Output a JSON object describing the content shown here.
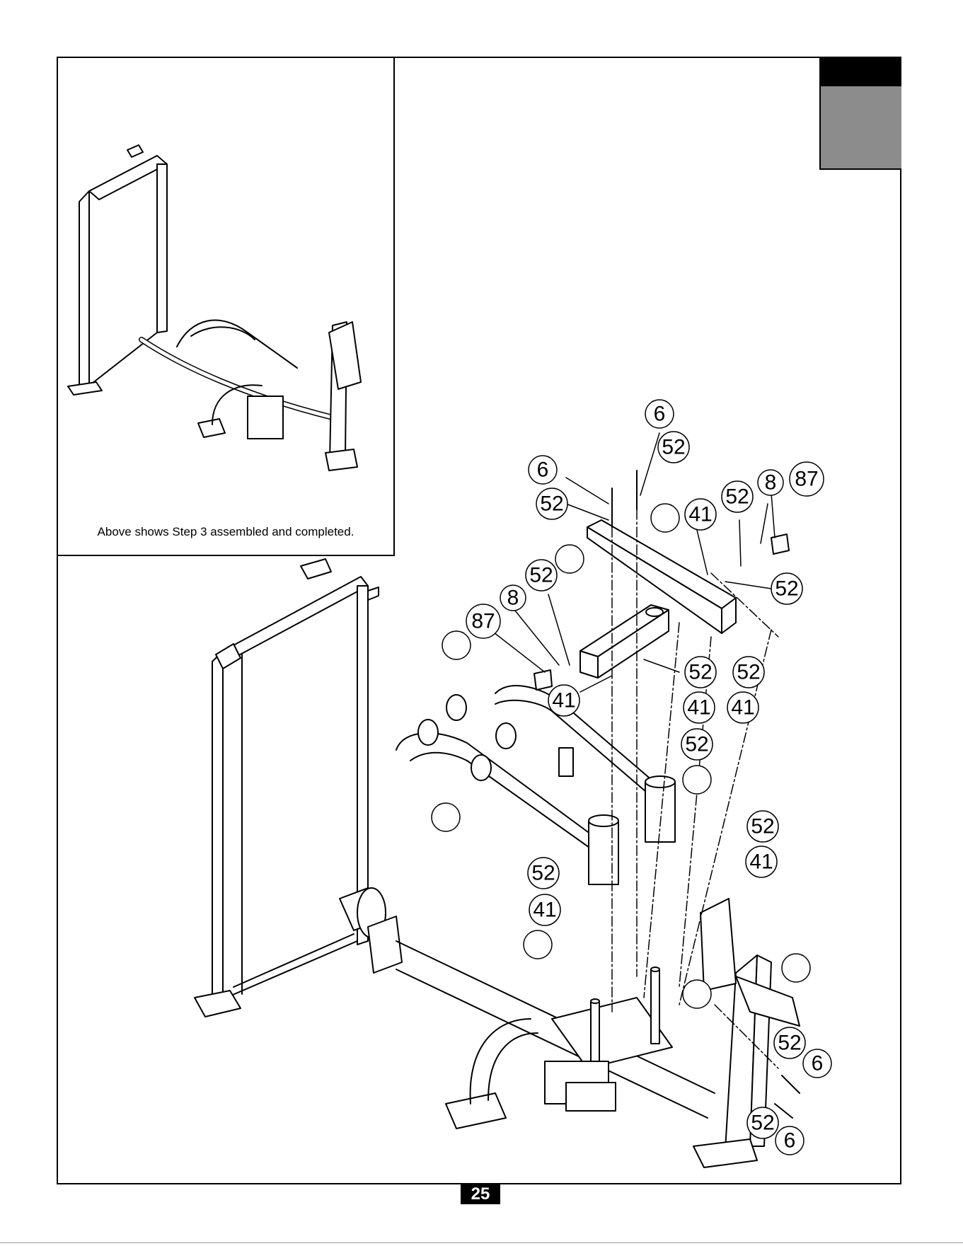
{
  "caption": "Above shows Step 3 assembled and completed.",
  "page_number": "25",
  "callouts": [
    {
      "label": "6"
    },
    {
      "label": "52"
    },
    {
      "label": "6"
    },
    {
      "label": "52"
    },
    {
      "label": "41"
    },
    {
      "label": "52"
    },
    {
      "label": "8"
    },
    {
      "label": "87"
    },
    {
      "label": "52"
    },
    {
      "label": "52"
    },
    {
      "label": "8"
    },
    {
      "label": "87"
    },
    {
      "label": "41"
    },
    {
      "label": "52"
    },
    {
      "label": "41"
    },
    {
      "label": "52"
    },
    {
      "label": "41"
    },
    {
      "label": "52"
    },
    {
      "label": "52"
    },
    {
      "label": "41"
    },
    {
      "label": "52"
    },
    {
      "label": "41"
    },
    {
      "label": "52"
    },
    {
      "label": "6"
    },
    {
      "label": "52"
    },
    {
      "label": "6"
    },
    {
      "label": ""
    },
    {
      "label": ""
    },
    {
      "label": ""
    },
    {
      "label": ""
    },
    {
      "label": ""
    },
    {
      "label": ""
    },
    {
      "label": ""
    },
    {
      "label": ""
    }
  ]
}
